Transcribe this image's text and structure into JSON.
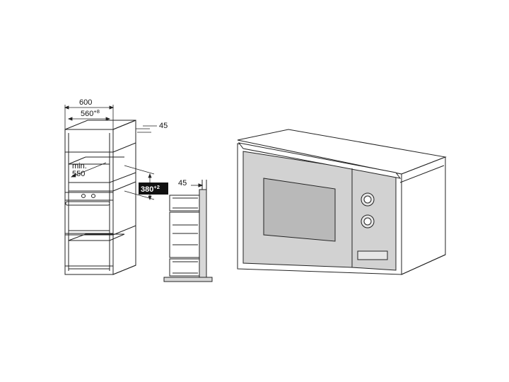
{
  "dimensions": {
    "cabinet_width": "600",
    "niche_width": "560",
    "niche_width_tolerance": "+8",
    "min_label": "min.",
    "min_depth": "550",
    "niche_height": "380",
    "niche_height_tolerance": "+2",
    "top_gap": "45",
    "side_gap": "45"
  },
  "colors": {
    "line": "#222222",
    "panel_grey": "#d2d2d2",
    "window_grey": "#b9b9b9",
    "highlight_box": "#111111"
  }
}
